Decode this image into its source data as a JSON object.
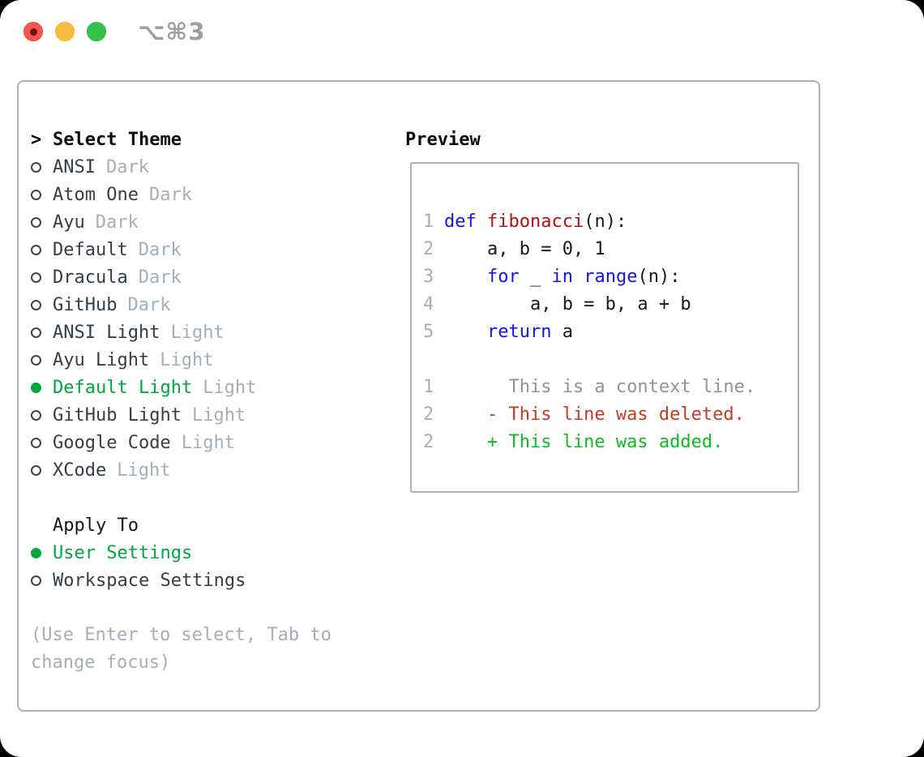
{
  "titlebar": {
    "shortcut_label": "⌥⌘3"
  },
  "theme_selector": {
    "prefix": ">",
    "title": "Select Theme",
    "items": [
      {
        "label": "ANSI",
        "variant": "Dark",
        "selected": false
      },
      {
        "label": "Atom One",
        "variant": "Dark",
        "selected": false
      },
      {
        "label": "Ayu",
        "variant": "Dark",
        "selected": false
      },
      {
        "label": "Default",
        "variant": "Dark",
        "selected": false
      },
      {
        "label": "Dracula",
        "variant": "Dark",
        "selected": false
      },
      {
        "label": "GitHub",
        "variant": "Dark",
        "selected": false
      },
      {
        "label": "ANSI Light",
        "variant": "Light",
        "selected": false
      },
      {
        "label": "Ayu Light",
        "variant": "Light",
        "selected": false
      },
      {
        "label": "Default Light",
        "variant": "Light",
        "selected": true
      },
      {
        "label": "GitHub Light",
        "variant": "Light",
        "selected": false
      },
      {
        "label": "Google Code",
        "variant": "Light",
        "selected": false
      },
      {
        "label": "XCode",
        "variant": "Light",
        "selected": false
      }
    ]
  },
  "apply_to": {
    "title": "Apply To",
    "options": [
      {
        "label": "User Settings",
        "selected": true
      },
      {
        "label": "Workspace Settings",
        "selected": false
      }
    ]
  },
  "hint": "(Use Enter to select, Tab to change focus)",
  "preview": {
    "title": "Preview",
    "code_lines": [
      {
        "num": "1",
        "tokens": [
          [
            "def",
            "kw"
          ],
          [
            " ",
            "pl"
          ],
          [
            "fibonacci",
            "fn"
          ],
          [
            "(n):",
            "pl"
          ]
        ]
      },
      {
        "num": "2",
        "tokens": [
          [
            "    a, b = 0, 1",
            "pl"
          ]
        ]
      },
      {
        "num": "3",
        "tokens": [
          [
            "    ",
            "pl"
          ],
          [
            "for",
            "kw"
          ],
          [
            " _ ",
            "pl"
          ],
          [
            "in",
            "kw"
          ],
          [
            " ",
            "pl"
          ],
          [
            "range",
            "kw"
          ],
          [
            "(n):",
            "pl"
          ]
        ]
      },
      {
        "num": "4",
        "tokens": [
          [
            "        a, b = b, a + b",
            "pl"
          ]
        ]
      },
      {
        "num": "5",
        "tokens": [
          [
            "    ",
            "pl"
          ],
          [
            "return",
            "kw"
          ],
          [
            " a",
            "pl"
          ]
        ]
      }
    ],
    "diff_lines": [
      {
        "num": "1",
        "marker": " ",
        "text": "This is a context line.",
        "kind": "context"
      },
      {
        "num": "2",
        "marker": "-",
        "text": "This line was deleted.",
        "kind": "deleted"
      },
      {
        "num": "2",
        "marker": "+",
        "text": "This line was added.",
        "kind": "added"
      }
    ]
  },
  "colors": {
    "selected_green": "#00a73e",
    "diff_added_green": "#0cbd20",
    "diff_deleted_red": "#c63b23",
    "keyword_blue": "#1414e6",
    "function_red": "#b01212",
    "muted_gray": "#a6aeb9",
    "border_gray": "#a9b1bb",
    "traffic_red": "#f2564c",
    "traffic_yellow": "#f8bd40",
    "traffic_green": "#34c349"
  }
}
